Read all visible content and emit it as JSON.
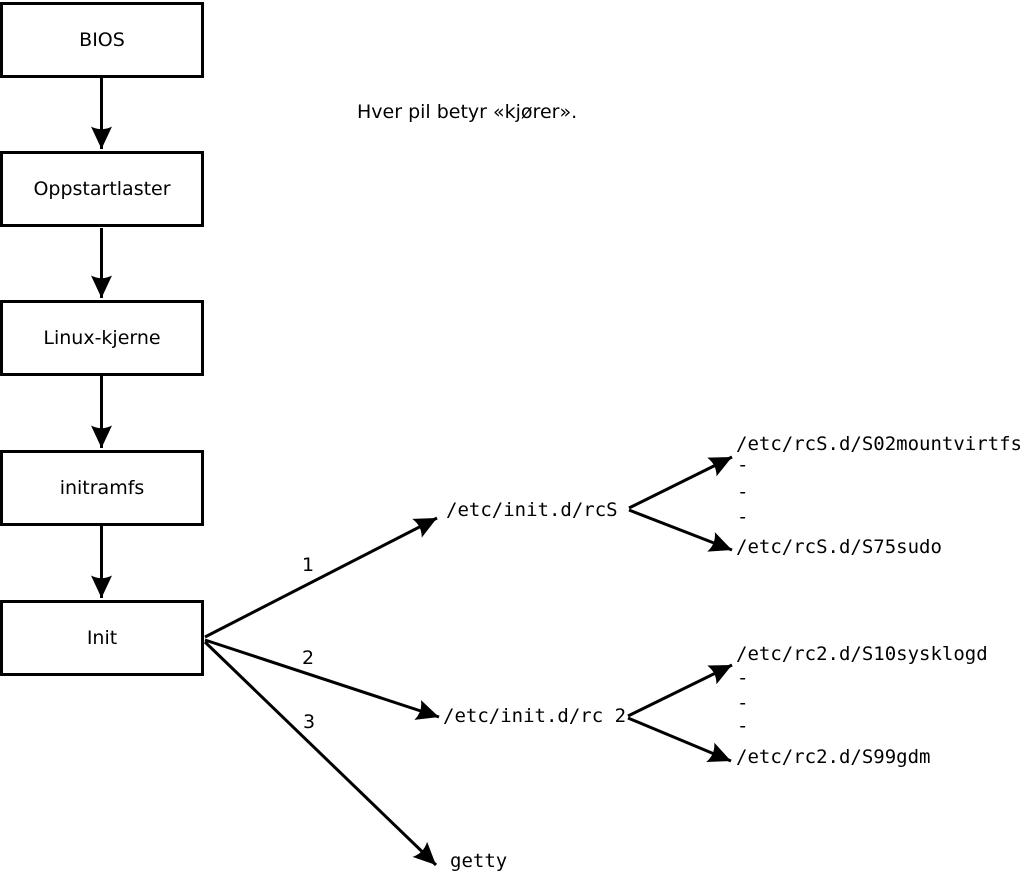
{
  "note": "Hver pil betyr «kjører».",
  "chain": {
    "boxes": [
      "BIOS",
      "Oppstartlaster",
      "Linux-kjerne",
      "initramfs",
      "Init"
    ]
  },
  "branches": {
    "b1": {
      "label": "1",
      "target": "/etc/init.d/rcS",
      "children": [
        "/etc/rcS.d/S02mountvirtfs",
        "-",
        "-",
        "-",
        "/etc/rcS.d/S75sudo"
      ]
    },
    "b2": {
      "label": "2",
      "target": "/etc/init.d/rc 2",
      "children": [
        "/etc/rc2.d/S10sysklogd",
        "-",
        "-",
        "-",
        "/etc/rc2.d/S99gdm"
      ]
    },
    "b3": {
      "label": "3",
      "target": "getty"
    }
  },
  "colors": {
    "line": "#000000",
    "text": "#000000",
    "background": "#ffffff",
    "box_fill": "#ffffff"
  }
}
